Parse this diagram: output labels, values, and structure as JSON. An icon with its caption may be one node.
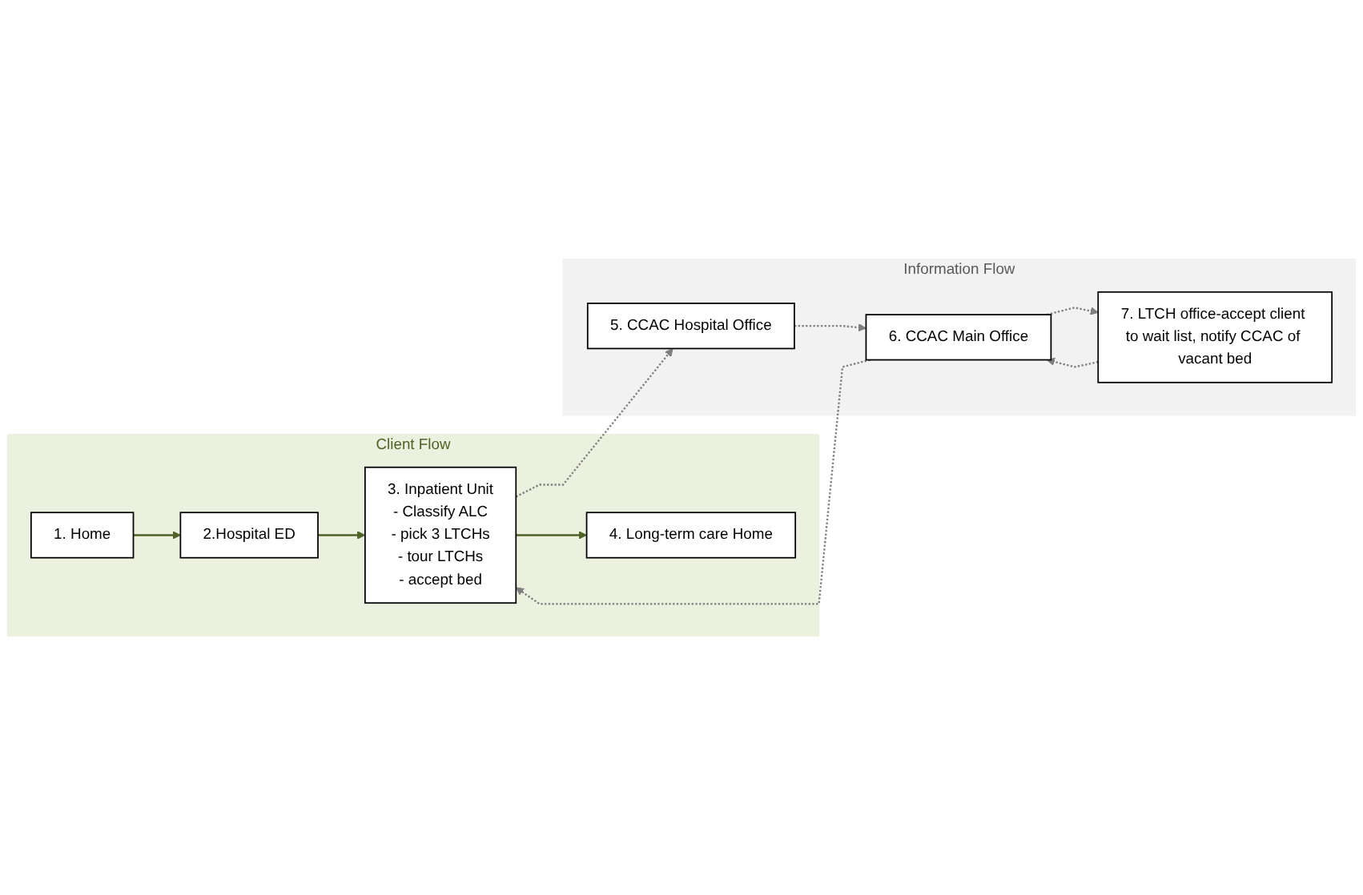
{
  "diagram": {
    "nodes": [
      {
        "text": [
          "Client Flow"
        ]
      },
      {
        "text": [
          "1. Home"
        ],
        "in": 0
      },
      {
        "text": [
          "2.Hospital ED"
        ],
        "in": 0
      },
      {
        "text": [
          "3. Inpatient Unit",
          "- Classify ALC",
          "- pick 3 LTCHs",
          "- tour LTCHs",
          "- accept bed"
        ],
        "in": 0
      },
      {
        "text": [
          "4. Long-term care Home"
        ],
        "in": 0
      },
      {
        "text": [
          "Information Flow"
        ]
      },
      {
        "text": [
          "5. CCAC Hospital Office"
        ],
        "in": 5
      },
      {
        "text": [
          "6. CCAC Main Office"
        ],
        "in": 5
      },
      {
        "text": [
          "7. LTCH office-accept client to wait list, notify CCAC of vacant bed"
        ],
        "in": 5
      }
    ],
    "edges": [
      {
        "from": 1,
        "to": 2,
        "arrow": "to",
        "color": "#4f6228"
      },
      {
        "from": 2,
        "to": 3,
        "arrow": "to",
        "color": "#4f6228"
      },
      {
        "from": 3,
        "to": 4,
        "arrow": "to",
        "color": "#4f6228"
      },
      {
        "from": 3,
        "to": 6,
        "arrow": "to",
        "style": "dashed"
      },
      {
        "from": 6,
        "to": 7,
        "arrow": "to",
        "style": "dashed"
      },
      {
        "from": 7,
        "to": 8,
        "arrow": "to",
        "style": "dashed"
      },
      {
        "from": 8,
        "to": 7,
        "arrow": "to",
        "style": "dashed"
      },
      {
        "from": 7,
        "to": 3,
        "arrow": "to",
        "style": "dashed"
      }
    ]
  }
}
